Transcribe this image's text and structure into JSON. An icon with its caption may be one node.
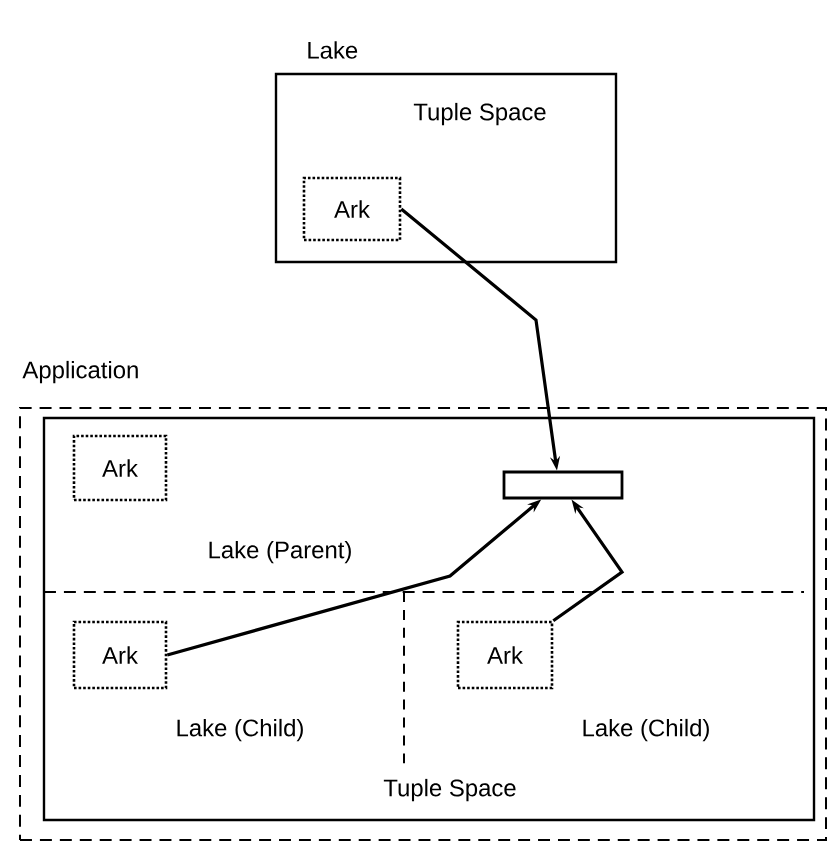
{
  "diagram": {
    "nodes": [
      {
        "text": [
          "Lake",
          "Tuple Space"
        ]
      },
      {
        "text": [
          "Ark"
        ],
        "in": 0
      },
      {
        "text": [
          "Application"
        ]
      },
      {
        "text": [
          "Tuple Space"
        ],
        "in": 2
      },
      {
        "text": [
          "Lake (Parent)"
        ],
        "in": 3
      },
      {
        "text": [
          "Ark"
        ],
        "in": 4
      },
      {
        "text": [],
        "shape": "bar",
        "in": 4
      },
      {
        "text": [
          "Lake (Child)"
        ],
        "in": 3
      },
      {
        "text": [
          "Ark"
        ],
        "in": 7
      },
      {
        "text": [
          "Lake (Child)"
        ],
        "in": 3
      },
      {
        "text": [
          "Ark"
        ],
        "in": 9
      }
    ],
    "edges": [
      {
        "from": 1,
        "to": 6,
        "arrow": "to"
      },
      {
        "from": 8,
        "to": 6,
        "arrow": "to"
      },
      {
        "from": 10,
        "to": 6,
        "arrow": "to"
      }
    ]
  }
}
